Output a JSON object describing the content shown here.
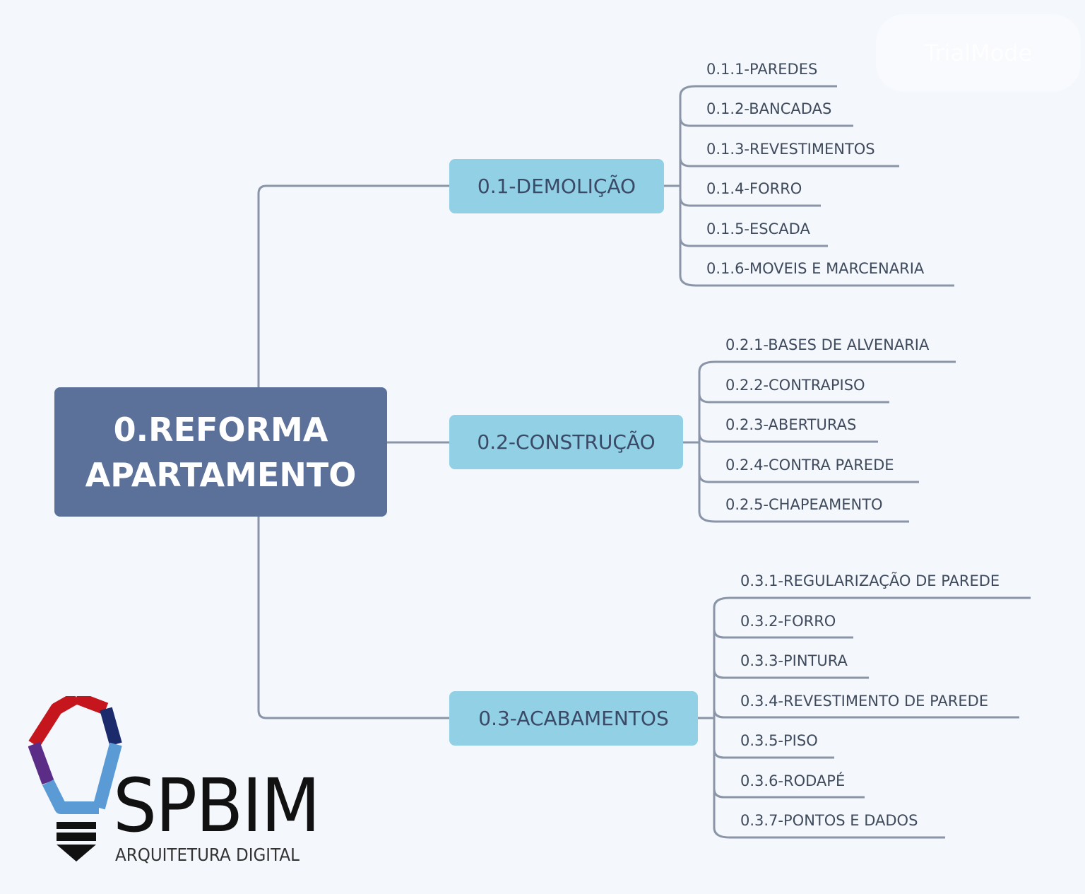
{
  "root": {
    "line1": "0.REFORMA",
    "line2": "APARTAMENTO"
  },
  "branches": [
    {
      "label": "0.1-DEMOLIÇÃO",
      "children": [
        "0.1.1-PAREDES",
        "0.1.2-BANCADAS",
        "0.1.3-REVESTIMENTOS",
        "0.1.4-FORRO",
        "0.1.5-ESCADA",
        "0.1.6-MOVEIS E MARCENARIA"
      ]
    },
    {
      "label": "0.2-CONSTRUÇÃO",
      "children": [
        "0.2.1-BASES DE ALVENARIA",
        "0.2.2-CONTRAPISO",
        "0.2.3-ABERTURAS",
        "0.2.4-CONTRA PAREDE",
        "0.2.5-CHAPEAMENTO"
      ]
    },
    {
      "label": "0.3-ACABAMENTOS",
      "children": [
        "0.3.1-REGULARIZAÇÃO DE PAREDE",
        "0.3.2-FORRO",
        "0.3.3-PINTURA",
        "0.3.4-REVESTIMENTO DE PAREDE",
        "0.3.5-PISO",
        "0.3.6-RODAPÉ",
        "0.3.7-PONTOS E DADOS"
      ]
    }
  ],
  "logo": {
    "wordmark": "SPBIM",
    "tagline": "ARQUITETURA DIGITAL"
  },
  "watermark": "TrialMode",
  "colors": {
    "background": "#f4f8fc",
    "root_fill": "#5b7199",
    "branch_fill": "#92d0e6",
    "connector": "#8a95a8"
  }
}
